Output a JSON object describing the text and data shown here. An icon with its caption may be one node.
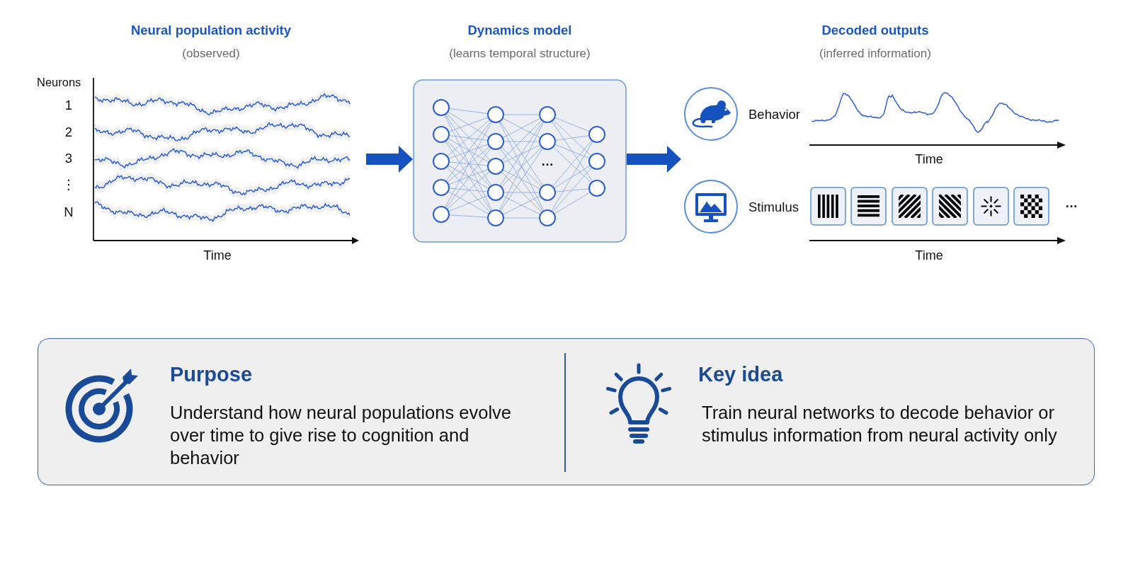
{
  "diagram": {
    "nodes": [
      {
        "text": [
          "Neural population activity",
          "(observed)"
        ]
      },
      {
        "text": [
          "Dynamics model",
          "(learns temporal structure)"
        ]
      },
      {
        "text": [
          "Decoded outputs",
          "(inferred information)"
        ]
      },
      {
        "text": [],
        "shape": "box"
      },
      {
        "text": [
          "Purpose",
          "Understand how neural populations evolve over time to give rise to cognition and behavior"
        ],
        "in": 3
      },
      {
        "text": [
          "Key idea",
          "Train neural networks to decode behavior or stimulus information from neural activity only"
        ],
        "in": 3
      }
    ],
    "edges": [
      {
        "from": 0,
        "to": 1,
        "arrow": "to"
      },
      {
        "from": 1,
        "to": 2,
        "arrow": "to"
      }
    ],
    "labels": [
      "Neurons",
      "1",
      "2",
      "3",
      "⋮",
      "N",
      "Time",
      "…",
      "Behavior",
      "Time",
      "Stimulus",
      "…",
      "Time"
    ]
  }
}
